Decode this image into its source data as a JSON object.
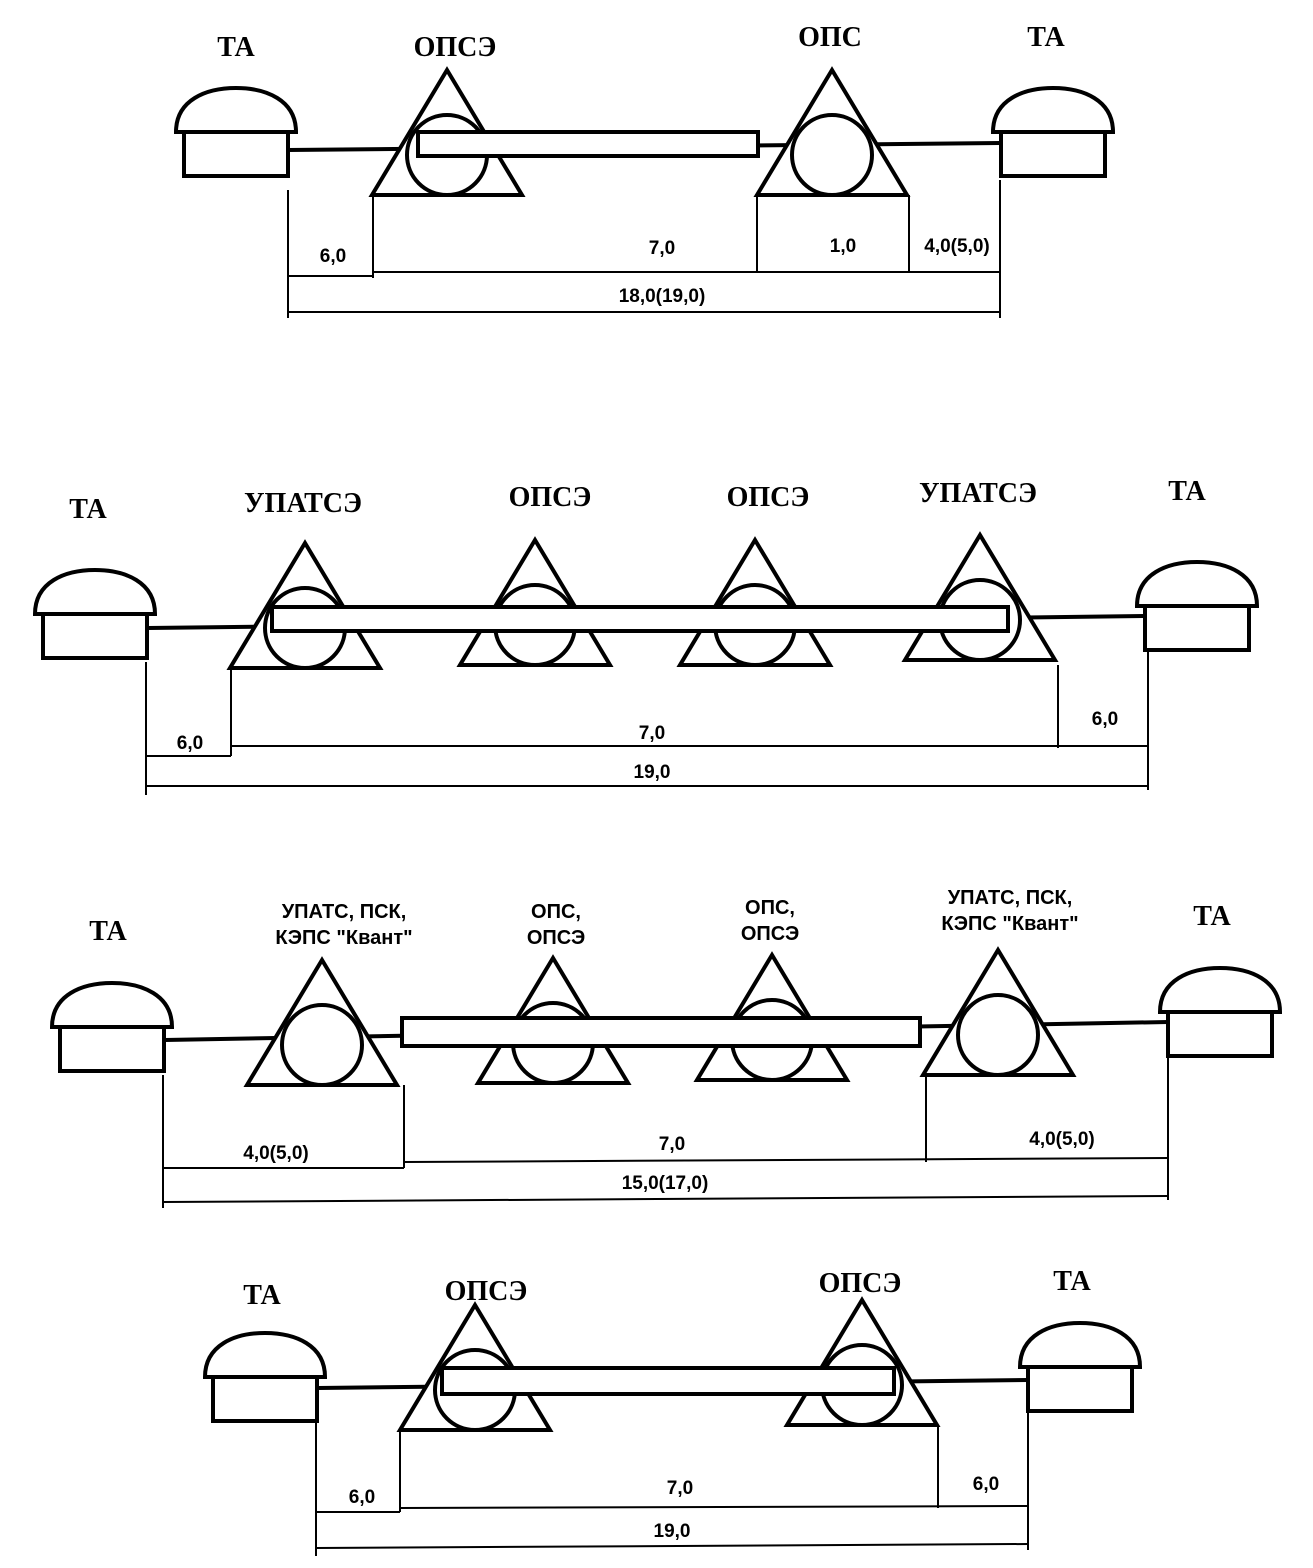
{
  "diagrams": [
    {
      "labels": {
        "ta_left": "ТА",
        "node_1": "ОПСЭ",
        "node_2": "ОПС",
        "ta_right": "ТА"
      },
      "segments": [
        "6,0",
        "7,0",
        "1,0",
        "4,0(5,0)"
      ],
      "total": "18,0(19,0)"
    },
    {
      "labels": {
        "ta_left": "ТА",
        "node_1": "УПАТСЭ",
        "node_2": "ОПСЭ",
        "node_3": "ОПСЭ",
        "node_4": "УПАТСЭ",
        "ta_right": "ТА"
      },
      "segments": [
        "6,0",
        "7,0",
        "6,0"
      ],
      "total": "19,0"
    },
    {
      "labels": {
        "ta_left": "ТА",
        "node_1": [
          "УПАТС, ПСК,",
          "КЭПС \"Квант\""
        ],
        "node_2": [
          "ОПС,",
          "ОПСЭ"
        ],
        "node_3": [
          "ОПС,",
          "ОПСЭ"
        ],
        "node_4": [
          "УПАТС, ПСК,",
          "КЭПС \"Квант\""
        ],
        "ta_right": "ТА"
      },
      "segments": [
        "4,0(5,0)",
        "7,0",
        "4,0(5,0)"
      ],
      "total": "15,0(17,0)"
    },
    {
      "labels": {
        "ta_left": "ТА",
        "node_1": "ОПСЭ",
        "node_2": "ОПСЭ",
        "ta_right": "ТА"
      },
      "segments": [
        "6,0",
        "7,0",
        "6,0"
      ],
      "total": "19,0"
    }
  ]
}
